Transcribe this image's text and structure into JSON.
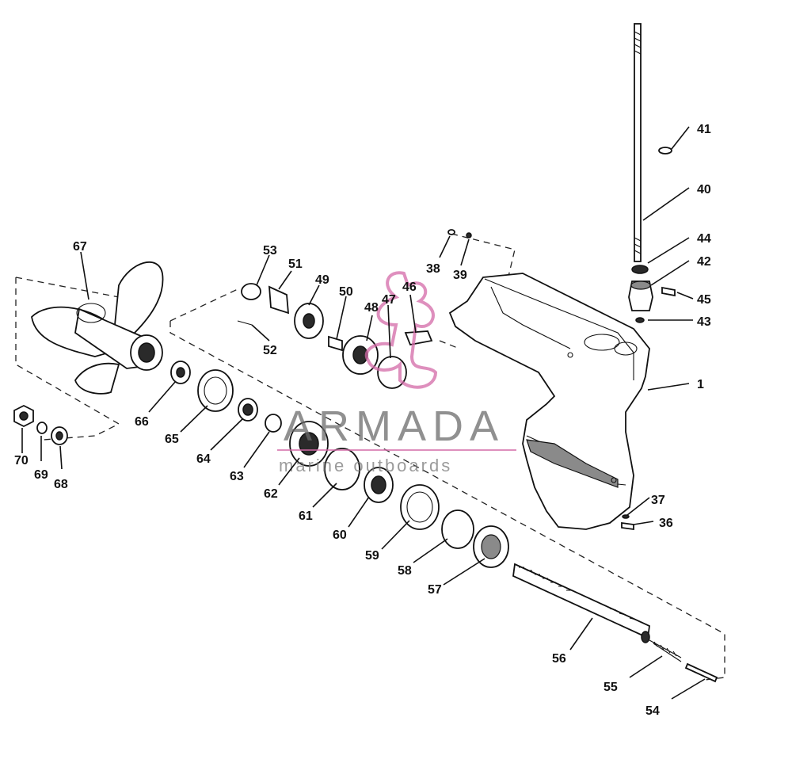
{
  "watermark": {
    "brand": "ARMADA",
    "tagline": "marine outboards",
    "accent_color": "#d46aa8"
  },
  "callouts": {
    "c1": "1",
    "c36": "36",
    "c37": "37",
    "c38": "38",
    "c39": "39",
    "c40": "40",
    "c41": "41",
    "c42": "42",
    "c43": "43",
    "c44": "44",
    "c45": "45",
    "c46": "46",
    "c47": "47",
    "c48": "48",
    "c49": "49",
    "c50": "50",
    "c51": "51",
    "c52": "52",
    "c53": "53",
    "c54": "54",
    "c55": "55",
    "c56": "56",
    "c57": "57",
    "c58": "58",
    "c59": "59",
    "c60": "60",
    "c61": "61",
    "c62": "62",
    "c63": "63",
    "c64": "64",
    "c65": "65",
    "c66": "66",
    "c67": "67",
    "c68": "68",
    "c69": "69",
    "c70": "70"
  }
}
